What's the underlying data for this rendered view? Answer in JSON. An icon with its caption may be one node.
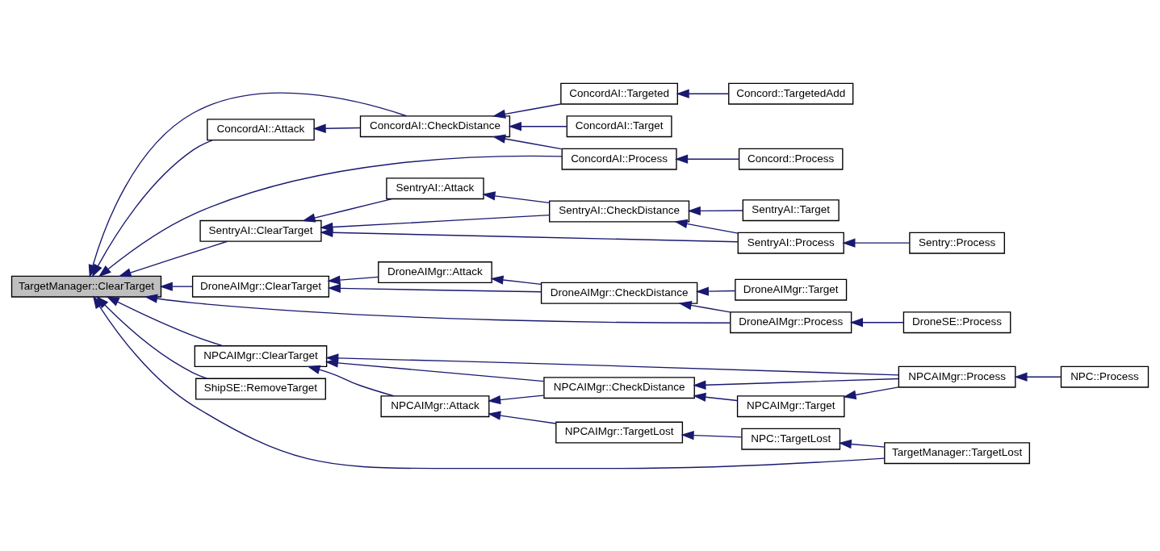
{
  "diagram": {
    "nodes": [
      {
        "text": [
          "TargetManager::ClearTarget"
        ]
      },
      {
        "text": [
          "ConcordAI::Attack"
        ]
      },
      {
        "text": [
          "ConcordAI::CheckDistance"
        ]
      },
      {
        "text": [
          "ConcordAI::Targeted"
        ]
      },
      {
        "text": [
          "Concord::TargetedAdd"
        ]
      },
      {
        "text": [
          "ConcordAI::Target"
        ]
      },
      {
        "text": [
          "ConcordAI::Process"
        ]
      },
      {
        "text": [
          "Concord::Process"
        ]
      },
      {
        "text": [
          "SentryAI::Attack"
        ]
      },
      {
        "text": [
          "SentryAI::ClearTarget"
        ]
      },
      {
        "text": [
          "SentryAI::CheckDistance"
        ]
      },
      {
        "text": [
          "SentryAI::Target"
        ]
      },
      {
        "text": [
          "SentryAI::Process"
        ]
      },
      {
        "text": [
          "Sentry::Process"
        ]
      },
      {
        "text": [
          "DroneAIMgr::ClearTarget"
        ]
      },
      {
        "text": [
          "DroneAIMgr::Attack"
        ]
      },
      {
        "text": [
          "DroneAIMgr::CheckDistance"
        ]
      },
      {
        "text": [
          "DroneAIMgr::Target"
        ]
      },
      {
        "text": [
          "DroneAIMgr::Process"
        ]
      },
      {
        "text": [
          "DroneSE::Process"
        ]
      },
      {
        "text": [
          "NPCAIMgr::ClearTarget"
        ]
      },
      {
        "text": [
          "ShipSE::RemoveTarget"
        ]
      },
      {
        "text": [
          "NPCAIMgr::Attack"
        ]
      },
      {
        "text": [
          "NPCAIMgr::CheckDistance"
        ]
      },
      {
        "text": [
          "NPCAIMgr::Target"
        ]
      },
      {
        "text": [
          "NPCAIMgr::Process"
        ]
      },
      {
        "text": [
          "NPC::Process"
        ]
      },
      {
        "text": [
          "NPCAIMgr::TargetLost"
        ]
      },
      {
        "text": [
          "NPC::TargetLost"
        ]
      },
      {
        "text": [
          "TargetManager::TargetLost"
        ]
      }
    ],
    "edges": [
      {
        "from": 1,
        "to": 0,
        "arrow": "to"
      },
      {
        "from": 2,
        "to": 0,
        "arrow": "to"
      },
      {
        "from": 6,
        "to": 0,
        "arrow": "to"
      },
      {
        "from": 9,
        "to": 0,
        "arrow": "to"
      },
      {
        "from": 14,
        "to": 0,
        "arrow": "to"
      },
      {
        "from": 18,
        "to": 0,
        "arrow": "to"
      },
      {
        "from": 20,
        "to": 0,
        "arrow": "to"
      },
      {
        "from": 21,
        "to": 0,
        "arrow": "to"
      },
      {
        "from": 29,
        "to": 0,
        "arrow": "to"
      },
      {
        "from": 2,
        "to": 1,
        "arrow": "to"
      },
      {
        "from": 3,
        "to": 2,
        "arrow": "to"
      },
      {
        "from": 5,
        "to": 2,
        "arrow": "to"
      },
      {
        "from": 6,
        "to": 2,
        "arrow": "to"
      },
      {
        "from": 4,
        "to": 3,
        "arrow": "to"
      },
      {
        "from": 7,
        "to": 6,
        "arrow": "to"
      },
      {
        "from": 8,
        "to": 9,
        "arrow": "to"
      },
      {
        "from": 10,
        "to": 9,
        "arrow": "to"
      },
      {
        "from": 12,
        "to": 9,
        "arrow": "to"
      },
      {
        "from": 10,
        "to": 8,
        "arrow": "to"
      },
      {
        "from": 11,
        "to": 10,
        "arrow": "to"
      },
      {
        "from": 12,
        "to": 10,
        "arrow": "to"
      },
      {
        "from": 13,
        "to": 12,
        "arrow": "to"
      },
      {
        "from": 15,
        "to": 14,
        "arrow": "to"
      },
      {
        "from": 16,
        "to": 14,
        "arrow": "to"
      },
      {
        "from": 16,
        "to": 15,
        "arrow": "to"
      },
      {
        "from": 17,
        "to": 16,
        "arrow": "to"
      },
      {
        "from": 18,
        "to": 16,
        "arrow": "to"
      },
      {
        "from": 19,
        "to": 18,
        "arrow": "to"
      },
      {
        "from": 25,
        "to": 20,
        "arrow": "to"
      },
      {
        "from": 23,
        "to": 20,
        "arrow": "to"
      },
      {
        "from": 22,
        "to": 20,
        "arrow": "to"
      },
      {
        "from": 23,
        "to": 22,
        "arrow": "to"
      },
      {
        "from": 27,
        "to": 22,
        "arrow": "to"
      },
      {
        "from": 25,
        "to": 23,
        "arrow": "to"
      },
      {
        "from": 24,
        "to": 23,
        "arrow": "to"
      },
      {
        "from": 25,
        "to": 24,
        "arrow": "to"
      },
      {
        "from": 26,
        "to": 25,
        "arrow": "to"
      },
      {
        "from": 28,
        "to": 27,
        "arrow": "to"
      },
      {
        "from": 29,
        "to": 28,
        "arrow": "to"
      }
    ]
  }
}
